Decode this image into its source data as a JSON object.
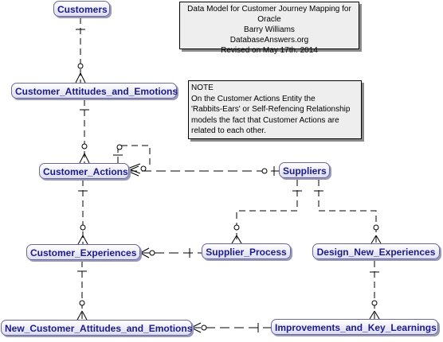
{
  "title_block": {
    "line1": "Data Model for Customer Journey Mapping for Oracle",
    "line2": "Barry Williams",
    "line3": "DatabaseAnswers.org",
    "line4": "Revised on May 17th. 2014"
  },
  "note": {
    "heading": "NOTE",
    "line1": "On the Customer Actions Entity the",
    "line2": "'Rabbits-Ears' or Self-Refencing Relationship",
    "line3": "models the fact that Customer Actions are",
    "line4": "related to each other."
  },
  "entities": {
    "customers": "Customers",
    "customer_attitudes": "Customer_Attitudes_and_Emotions",
    "customer_actions": "Customer_Actions",
    "suppliers": "Suppliers",
    "customer_experiences": "Customer_Experiences",
    "supplier_process": "Supplier_Process",
    "design_new_experiences": "Design_New_Experiences",
    "new_customer_attitudes": "New_Customer_Attitudes_and_Emotions",
    "improvements": "Improvements_and_Key_Learnings"
  },
  "colors": {
    "entity_text": "#1b1b8a",
    "entity_border": "#6a6a9a",
    "line": "#000000"
  }
}
